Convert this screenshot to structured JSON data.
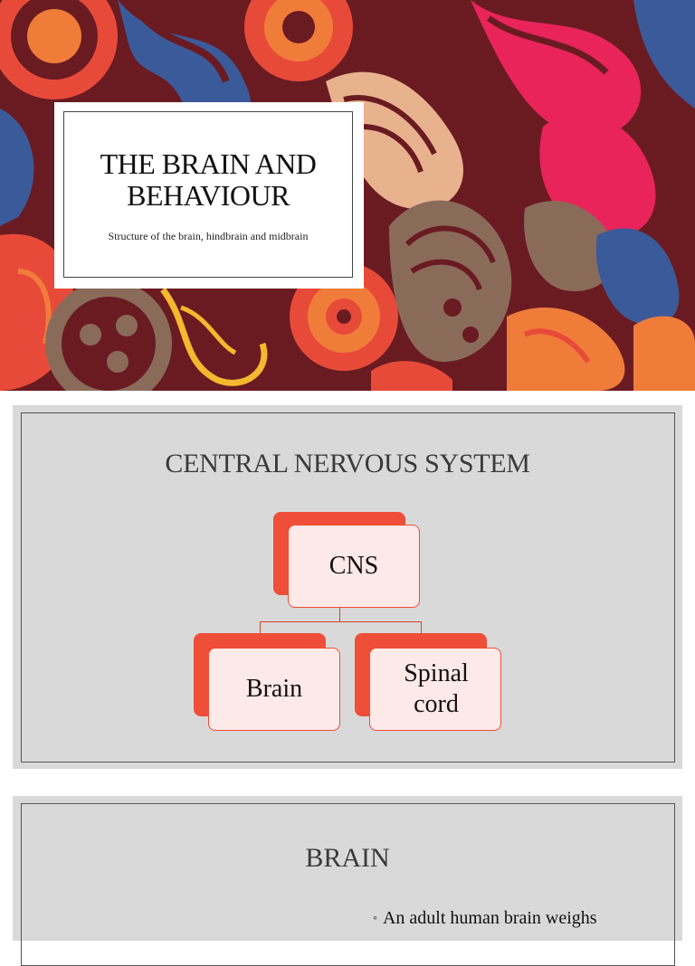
{
  "slide1": {
    "title": "THE BRAIN AND BEHAVIOUR",
    "subtitle": "Structure of the brain, hindbrain and midbrain",
    "colors": {
      "background": "#6a1b22",
      "card": "#ffffff"
    }
  },
  "slide2": {
    "title": "CENTRAL NERVOUS SYSTEM",
    "hierarchy": {
      "root": "CNS",
      "children": [
        "Brain",
        "Spinal cord"
      ]
    },
    "colors": {
      "node_accent": "#ef4e38",
      "node_fill": "#fde9e7",
      "slide_bg": "#d9d9d9"
    }
  },
  "slide3": {
    "title": "BRAIN",
    "bullet_text": "An adult human brain weighs"
  }
}
